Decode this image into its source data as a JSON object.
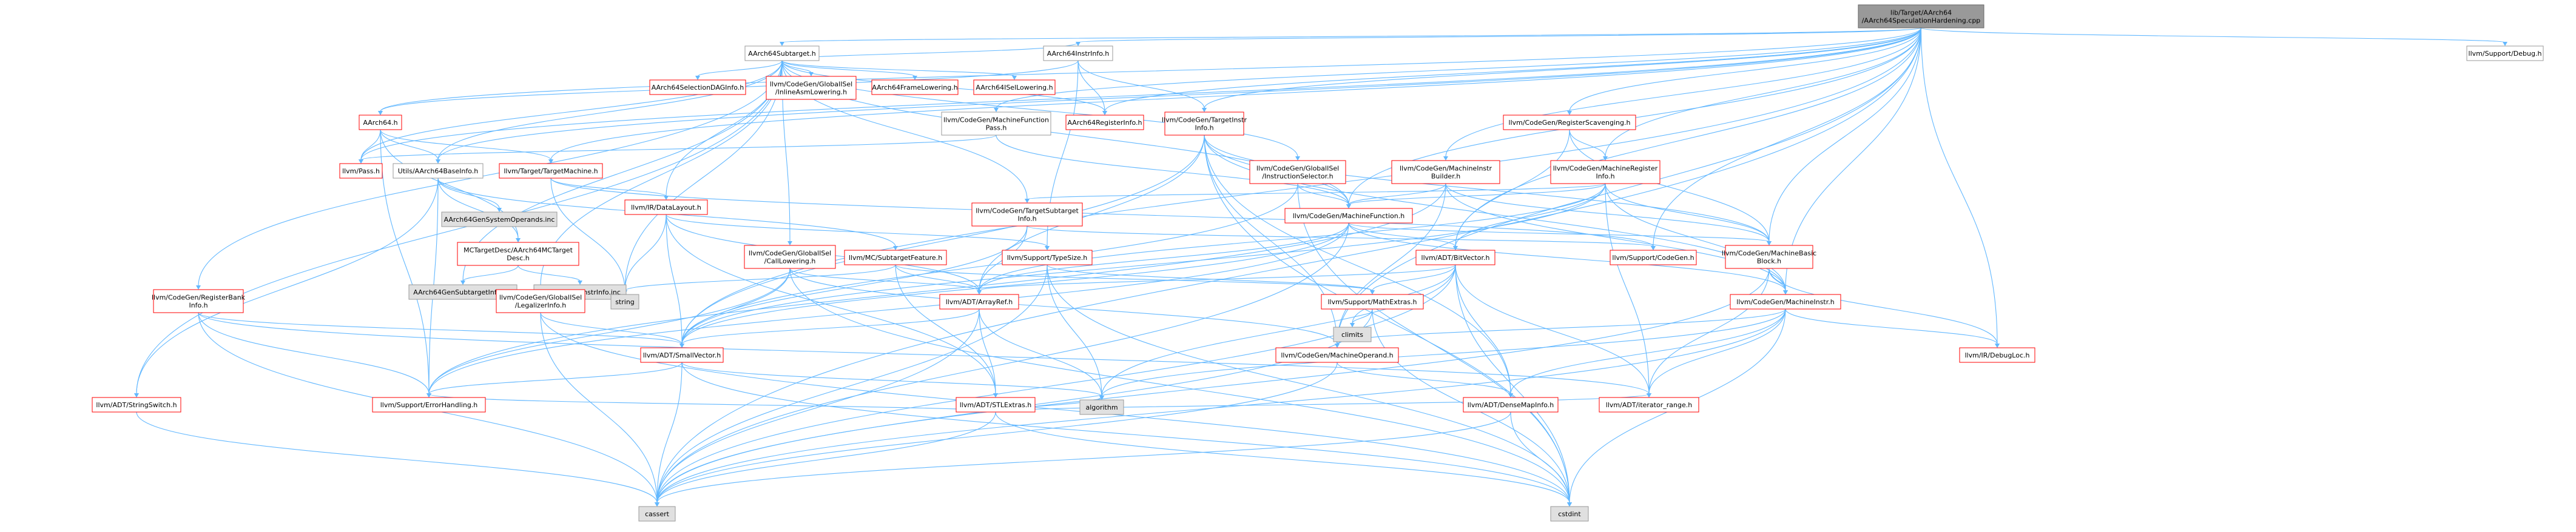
{
  "colors": {
    "root_fill": "#999999",
    "root_border": "#666666",
    "node_fill": "#ffffff",
    "node_border_missing": "#ff0000",
    "node_border_plain": "#999999",
    "leaf_fill": "#e0e0e0",
    "leaf_border": "#999999",
    "edge": "#63b8ff",
    "text": "#000000"
  },
  "nodes": [
    {
      "id": "root",
      "lines": [
        "lib/Target/AArch64",
        "/AArch64SpeculationHardening.cpp"
      ],
      "kind": "root"
    },
    {
      "id": "subtarget",
      "lines": [
        "AArch64Subtarget.h"
      ],
      "kind": "plain"
    },
    {
      "id": "debug",
      "lines": [
        "llvm/Support/Debug.h"
      ],
      "kind": "plain"
    },
    {
      "id": "instrinfo",
      "lines": [
        "AArch64InstrInfo.h"
      ],
      "kind": "plain"
    },
    {
      "id": "selectiondag",
      "lines": [
        "AArch64SelectionDAGInfo.h"
      ],
      "kind": "red"
    },
    {
      "id": "inlineasm",
      "lines": [
        "llvm/CodeGen/GlobalISel",
        "/InlineAsmLowering.h"
      ],
      "kind": "red"
    },
    {
      "id": "framelowering",
      "lines": [
        "AArch64FrameLowering.h"
      ],
      "kind": "red"
    },
    {
      "id": "isellowering",
      "lines": [
        "AArch64ISelLowering.h"
      ],
      "kind": "red"
    },
    {
      "id": "aarch64h",
      "lines": [
        "AArch64.h"
      ],
      "kind": "red"
    },
    {
      "id": "mfpass",
      "lines": [
        "llvm/CodeGen/MachineFunction",
        "Pass.h"
      ],
      "kind": "plain"
    },
    {
      "id": "reginfo",
      "lines": [
        "AArch64RegisterInfo.h"
      ],
      "kind": "red"
    },
    {
      "id": "targetinstr",
      "lines": [
        "llvm/CodeGen/TargetInstr",
        "Info.h"
      ],
      "kind": "red"
    },
    {
      "id": "regscav",
      "lines": [
        "llvm/CodeGen/RegisterScavenging.h"
      ],
      "kind": "red"
    },
    {
      "id": "pass",
      "lines": [
        "llvm/Pass.h"
      ],
      "kind": "red"
    },
    {
      "id": "baseinfo",
      "lines": [
        "Utils/AArch64BaseInfo.h"
      ],
      "kind": "plain"
    },
    {
      "id": "targetmachine",
      "lines": [
        "llvm/Target/TargetMachine.h"
      ],
      "kind": "red"
    },
    {
      "id": "instrselector",
      "lines": [
        "llvm/CodeGen/GlobalISel",
        "/InstructionSelector.h"
      ],
      "kind": "red"
    },
    {
      "id": "mibuilder",
      "lines": [
        "llvm/CodeGen/MachineInstr",
        "Builder.h"
      ],
      "kind": "red"
    },
    {
      "id": "mreginfo",
      "lines": [
        "llvm/CodeGen/MachineRegister",
        "Info.h"
      ],
      "kind": "red"
    },
    {
      "id": "sysoperands",
      "lines": [
        "AArch64GenSystemOperands.inc"
      ],
      "kind": "leaf"
    },
    {
      "id": "mctargetdesc",
      "lines": [
        "MCTargetDesc/AArch64MCTarget",
        "Desc.h"
      ],
      "kind": "red"
    },
    {
      "id": "datalayout",
      "lines": [
        "llvm/IR/DataLayout.h"
      ],
      "kind": "red"
    },
    {
      "id": "tsubtarget",
      "lines": [
        "llvm/CodeGen/TargetSubtarget",
        "Info.h"
      ],
      "kind": "red"
    },
    {
      "id": "mfunction",
      "lines": [
        "llvm/CodeGen/MachineFunction.h"
      ],
      "kind": "red"
    },
    {
      "id": "gensubtarget",
      "lines": [
        "AArch64GenSubtargetInfo.inc"
      ],
      "kind": "leaf"
    },
    {
      "id": "geninstr",
      "lines": [
        "AArch64GenInstrInfo.inc"
      ],
      "kind": "leaf"
    },
    {
      "id": "calllowering",
      "lines": [
        "llvm/CodeGen/GlobalISel",
        "/CallLowering.h"
      ],
      "kind": "red"
    },
    {
      "id": "subfeature",
      "lines": [
        "llvm/MC/SubtargetFeature.h"
      ],
      "kind": "red"
    },
    {
      "id": "typesize",
      "lines": [
        "llvm/Support/TypeSize.h"
      ],
      "kind": "red"
    },
    {
      "id": "bitvector",
      "lines": [
        "llvm/ADT/BitVector.h"
      ],
      "kind": "red"
    },
    {
      "id": "codegen",
      "lines": [
        "llvm/Support/CodeGen.h"
      ],
      "kind": "red"
    },
    {
      "id": "mbb",
      "lines": [
        "llvm/CodeGen/MachineBasic",
        "Block.h"
      ],
      "kind": "red"
    },
    {
      "id": "string",
      "lines": [
        "string"
      ],
      "kind": "leaf"
    },
    {
      "id": "regbank",
      "lines": [
        "llvm/CodeGen/RegisterBank",
        "Info.h"
      ],
      "kind": "red"
    },
    {
      "id": "legalizer",
      "lines": [
        "llvm/CodeGen/GlobalISel",
        "/LegalizerInfo.h"
      ],
      "kind": "red"
    },
    {
      "id": "arrayref",
      "lines": [
        "llvm/ADT/ArrayRef.h"
      ],
      "kind": "red"
    },
    {
      "id": "mathextras",
      "lines": [
        "llvm/Support/MathExtras.h"
      ],
      "kind": "red"
    },
    {
      "id": "minstr",
      "lines": [
        "llvm/CodeGen/MachineInstr.h"
      ],
      "kind": "red"
    },
    {
      "id": "smallvector",
      "lines": [
        "llvm/ADT/SmallVector.h"
      ],
      "kind": "red"
    },
    {
      "id": "moperand",
      "lines": [
        "llvm/CodeGen/MachineOperand.h"
      ],
      "kind": "red"
    },
    {
      "id": "climits",
      "lines": [
        "climits"
      ],
      "kind": "leaf"
    },
    {
      "id": "debugloc",
      "lines": [
        "llvm/IR/DebugLoc.h"
      ],
      "kind": "red"
    },
    {
      "id": "stlextras",
      "lines": [
        "llvm/ADT/STLExtras.h"
      ],
      "kind": "red"
    },
    {
      "id": "stringswitch",
      "lines": [
        "llvm/ADT/StringSwitch.h"
      ],
      "kind": "red"
    },
    {
      "id": "errorhandling",
      "lines": [
        "llvm/Support/ErrorHandling.h"
      ],
      "kind": "red"
    },
    {
      "id": "algorithm",
      "lines": [
        "algorithm"
      ],
      "kind": "leaf"
    },
    {
      "id": "densemapinfo",
      "lines": [
        "llvm/ADT/DenseMapInfo.h"
      ],
      "kind": "red"
    },
    {
      "id": "iterrange",
      "lines": [
        "llvm/ADT/iterator_range.h"
      ],
      "kind": "red"
    },
    {
      "id": "cassert",
      "lines": [
        "cassert"
      ],
      "kind": "leaf"
    },
    {
      "id": "cstdint",
      "lines": [
        "cstdint"
      ],
      "kind": "leaf"
    }
  ],
  "edges": [
    [
      "root",
      "subtarget"
    ],
    [
      "root",
      "debug"
    ],
    [
      "root",
      "instrinfo"
    ],
    [
      "root",
      "reginfo"
    ],
    [
      "root",
      "mfpass"
    ],
    [
      "root",
      "targetinstr"
    ],
    [
      "root",
      "regscav"
    ],
    [
      "root",
      "baseinfo"
    ],
    [
      "root",
      "aarch64h"
    ],
    [
      "root",
      "targetmachine"
    ],
    [
      "root",
      "mibuilder"
    ],
    [
      "root",
      "mreginfo"
    ],
    [
      "root",
      "mfunction"
    ],
    [
      "root",
      "mbb"
    ],
    [
      "root",
      "minstr"
    ],
    [
      "root",
      "moperand"
    ],
    [
      "root",
      "bitvector"
    ],
    [
      "root",
      "codegen"
    ],
    [
      "root",
      "debugloc"
    ],
    [
      "root",
      "cassert"
    ],
    [
      "root",
      "smallvector"
    ],
    [
      "root",
      "pass"
    ],
    [
      "subtarget",
      "selectiondag"
    ],
    [
      "subtarget",
      "inlineasm"
    ],
    [
      "subtarget",
      "framelowering"
    ],
    [
      "subtarget",
      "isellowering"
    ],
    [
      "subtarget",
      "instrinfo"
    ],
    [
      "subtarget",
      "reginfo"
    ],
    [
      "subtarget",
      "pass"
    ],
    [
      "subtarget",
      "baseinfo"
    ],
    [
      "subtarget",
      "gensubtarget"
    ],
    [
      "subtarget",
      "string"
    ],
    [
      "subtarget",
      "regbank"
    ],
    [
      "subtarget",
      "legalizer"
    ],
    [
      "subtarget",
      "calllowering"
    ],
    [
      "subtarget",
      "instrselector"
    ],
    [
      "subtarget",
      "datalayout"
    ],
    [
      "subtarget",
      "tsubtarget"
    ],
    [
      "subtarget",
      "stringswitch"
    ],
    [
      "subtarget",
      "mfunction"
    ],
    [
      "instrinfo",
      "aarch64h"
    ],
    [
      "instrinfo",
      "reginfo"
    ],
    [
      "instrinfo",
      "targetinstr"
    ],
    [
      "instrinfo",
      "typesize"
    ],
    [
      "aarch64h",
      "pass"
    ],
    [
      "aarch64h",
      "baseinfo"
    ],
    [
      "aarch64h",
      "mctargetdesc"
    ],
    [
      "aarch64h",
      "targetmachine"
    ],
    [
      "aarch64h",
      "errorhandling"
    ],
    [
      "mfpass",
      "mfunction"
    ],
    [
      "mfpass",
      "pass"
    ],
    [
      "targetinstr",
      "mfunction"
    ],
    [
      "targetinstr",
      "mbb"
    ],
    [
      "targetinstr",
      "minstr"
    ],
    [
      "targetinstr",
      "moperand"
    ],
    [
      "targetinstr",
      "arrayref"
    ],
    [
      "targetinstr",
      "densemapinfo"
    ],
    [
      "targetinstr",
      "cstdint"
    ],
    [
      "targetinstr",
      "smallvector"
    ],
    [
      "regscav",
      "mreginfo"
    ],
    [
      "regscav",
      "mbb"
    ],
    [
      "regscav",
      "bitvector"
    ],
    [
      "baseinfo",
      "sysoperands"
    ],
    [
      "baseinfo",
      "mctargetdesc"
    ],
    [
      "baseinfo",
      "subfeature"
    ],
    [
      "baseinfo",
      "stringswitch"
    ],
    [
      "baseinfo",
      "errorhandling"
    ],
    [
      "targetmachine",
      "datalayout"
    ],
    [
      "targetmachine",
      "codegen"
    ],
    [
      "targetmachine",
      "string"
    ],
    [
      "instrselector",
      "mfunction"
    ],
    [
      "instrselector",
      "smallvector"
    ],
    [
      "instrselector",
      "cstdint"
    ],
    [
      "mibuilder",
      "mfunction"
    ],
    [
      "mibuilder",
      "mbb"
    ],
    [
      "mibuilder",
      "minstr"
    ],
    [
      "mibuilder",
      "moperand"
    ],
    [
      "mibuilder",
      "errorhandling"
    ],
    [
      "mreginfo",
      "mfunction"
    ],
    [
      "mreginfo",
      "mbb"
    ],
    [
      "mreginfo",
      "minstr"
    ],
    [
      "mreginfo",
      "bitvector"
    ],
    [
      "mreginfo",
      "tsubtarget"
    ],
    [
      "mreginfo",
      "arrayref"
    ],
    [
      "mreginfo",
      "iterrange"
    ],
    [
      "mreginfo",
      "smallvector"
    ],
    [
      "mctargetdesc",
      "gensubtarget"
    ],
    [
      "mctargetdesc",
      "geninstr"
    ],
    [
      "datalayout",
      "arrayref"
    ],
    [
      "datalayout",
      "smallvector"
    ],
    [
      "datalayout",
      "typesize"
    ],
    [
      "datalayout",
      "string"
    ],
    [
      "datalayout",
      "stlextras"
    ],
    [
      "tsubtarget",
      "arrayref"
    ],
    [
      "tsubtarget",
      "smallvector"
    ],
    [
      "tsubtarget",
      "codegen"
    ],
    [
      "mfunction",
      "bitvector"
    ],
    [
      "mfunction",
      "mbb"
    ],
    [
      "mfunction",
      "arrayref"
    ],
    [
      "mfunction",
      "smallvector"
    ],
    [
      "mfunction",
      "errorhandling"
    ],
    [
      "mfunction",
      "cassert"
    ],
    [
      "mfunction",
      "minstr"
    ],
    [
      "calllowering",
      "arrayref"
    ],
    [
      "calllowering",
      "smallvector"
    ],
    [
      "calllowering",
      "moperand"
    ],
    [
      "calllowering",
      "errorhandling"
    ],
    [
      "calllowering",
      "cstdint"
    ],
    [
      "subfeature",
      "arrayref"
    ],
    [
      "subfeature",
      "stlextras"
    ],
    [
      "subfeature",
      "mathextras"
    ],
    [
      "subfeature",
      "string"
    ],
    [
      "typesize",
      "mathextras"
    ],
    [
      "typesize",
      "algorithm"
    ],
    [
      "typesize",
      "cassert"
    ],
    [
      "typesize",
      "cstdint"
    ],
    [
      "bitvector",
      "arrayref"
    ],
    [
      "bitvector",
      "densemapinfo"
    ],
    [
      "bitvector",
      "iterrange"
    ],
    [
      "bitvector",
      "mathextras"
    ],
    [
      "bitvector",
      "algorithm"
    ],
    [
      "bitvector",
      "cassert"
    ],
    [
      "bitvector",
      "climits"
    ],
    [
      "bitvector",
      "cstdint"
    ],
    [
      "mbb",
      "minstr"
    ],
    [
      "mbb",
      "debugloc"
    ],
    [
      "mbb",
      "iterrange"
    ],
    [
      "mbb",
      "cassert"
    ],
    [
      "regbank",
      "smallvector"
    ],
    [
      "regbank",
      "errorhandling"
    ],
    [
      "regbank",
      "cassert"
    ],
    [
      "regbank",
      "iterrange"
    ],
    [
      "legalizer",
      "smallvector"
    ],
    [
      "legalizer",
      "cassert"
    ],
    [
      "legalizer",
      "cstdint"
    ],
    [
      "arrayref",
      "smallvector"
    ],
    [
      "arrayref",
      "stlextras"
    ],
    [
      "arrayref",
      "algorithm"
    ],
    [
      "arrayref",
      "cassert"
    ],
    [
      "mathextras",
      "climits"
    ],
    [
      "mathextras",
      "cassert"
    ],
    [
      "mathextras",
      "cstdint"
    ],
    [
      "minstr",
      "moperand"
    ],
    [
      "minstr",
      "debugloc"
    ],
    [
      "minstr",
      "densemapinfo"
    ],
    [
      "minstr",
      "iterrange"
    ],
    [
      "minstr",
      "cassert"
    ],
    [
      "minstr",
      "cstdint"
    ],
    [
      "minstr",
      "algorithm"
    ],
    [
      "smallvector",
      "errorhandling"
    ],
    [
      "smallvector",
      "cassert"
    ],
    [
      "smallvector",
      "algorithm"
    ],
    [
      "smallvector",
      "cstdint"
    ],
    [
      "moperand",
      "densemapinfo"
    ],
    [
      "moperand",
      "cassert"
    ],
    [
      "stlextras",
      "iterrange"
    ],
    [
      "stlextras",
      "errorhandling"
    ],
    [
      "stlextras",
      "algorithm"
    ],
    [
      "stlextras",
      "cassert"
    ],
    [
      "stlextras",
      "cstdint"
    ],
    [
      "stringswitch",
      "cassert"
    ],
    [
      "densemapinfo",
      "cassert"
    ],
    [
      "densemapinfo",
      "cstdint"
    ]
  ]
}
